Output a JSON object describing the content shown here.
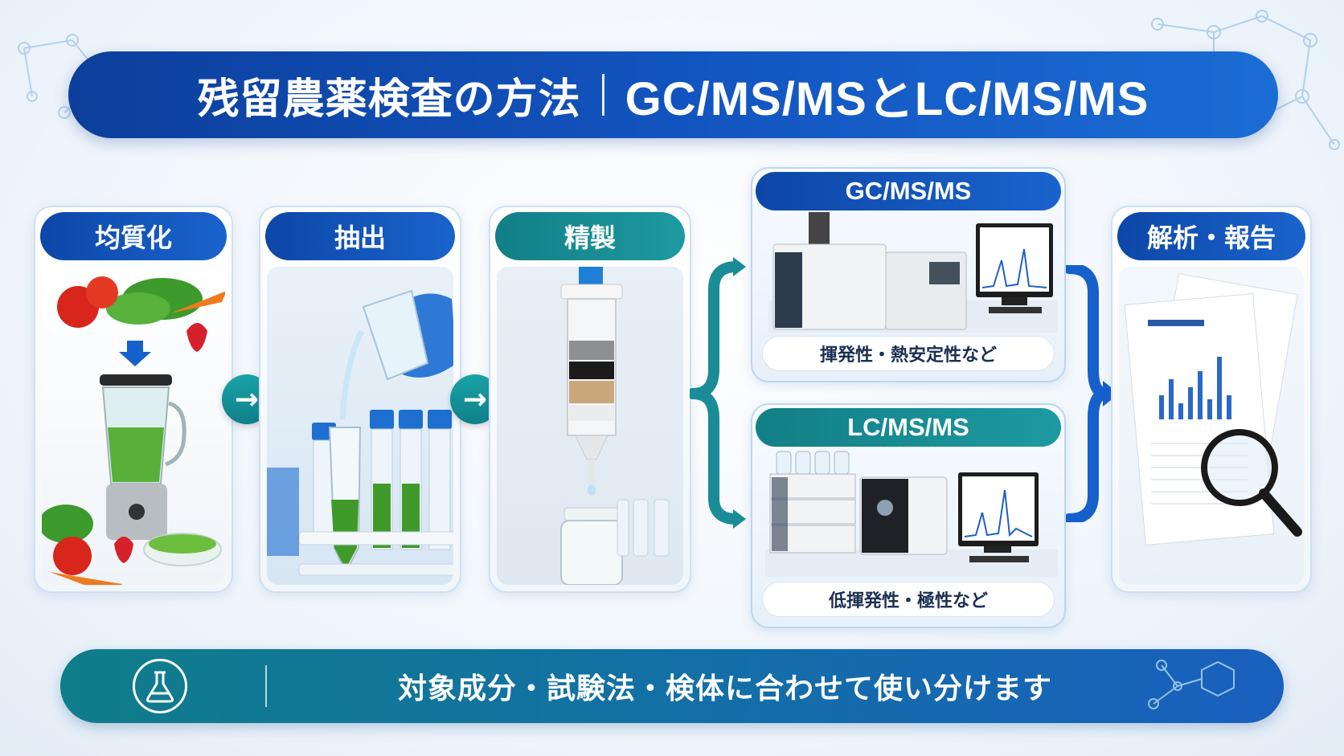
{
  "title": {
    "main": "残留農薬検査の方法",
    "sub": "GC/MS/MSとLC/MS/MS"
  },
  "stages": [
    {
      "label": "均質化"
    },
    {
      "label": "抽出"
    },
    {
      "label": "精製"
    },
    {
      "label": "解析・報告"
    }
  ],
  "instruments": {
    "gc": {
      "label": "GC/MS/MS",
      "note": "揮発性・熱安定性など"
    },
    "lc": {
      "label": "LC/MS/MS",
      "note": "低揮発性・極性など"
    }
  },
  "footer": {
    "text": "対象成分・試験法・検体に合わせて使い分けます",
    "icon": "flask-icon"
  },
  "colors": {
    "blue": "#0d47a8",
    "teal": "#127f86",
    "connector": "#1a8c98"
  },
  "icons": [
    "arrow-right-icon",
    "flask-icon",
    "molecule-icon",
    "magnifier-icon"
  ]
}
